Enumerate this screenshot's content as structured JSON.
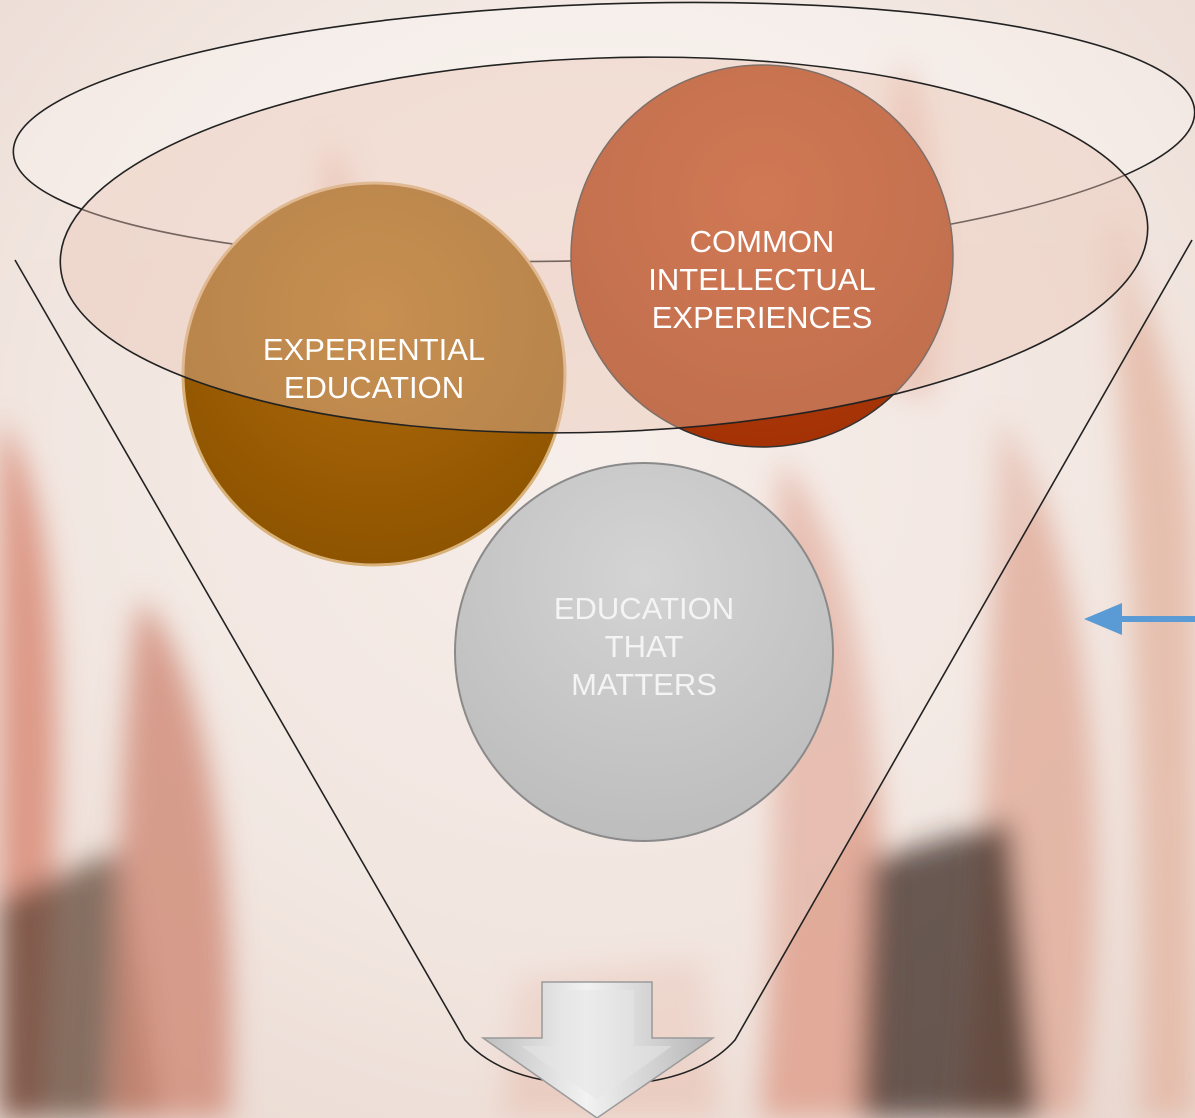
{
  "diagram": {
    "circles": [
      {
        "id": "experiential",
        "label": "EXPERIENTIAL\nEDUCATION",
        "fill": "#a86400"
      },
      {
        "id": "common",
        "label": "COMMON\nINTELLECTUAL\nEXPERIENCES",
        "fill": "#b23a0c"
      },
      {
        "id": "matters",
        "label": "EDUCATION\nTHAT\nMATTERS",
        "fill": "#c9c9c9"
      }
    ],
    "colors": {
      "funnel_stroke": "#222222",
      "funnel_tint": "#e8c8b8",
      "arrow_fill": "#d7d7d7",
      "side_arrow": "#5b9bd5",
      "background": "#f3ece8",
      "hands": "#e8b8a4"
    }
  }
}
